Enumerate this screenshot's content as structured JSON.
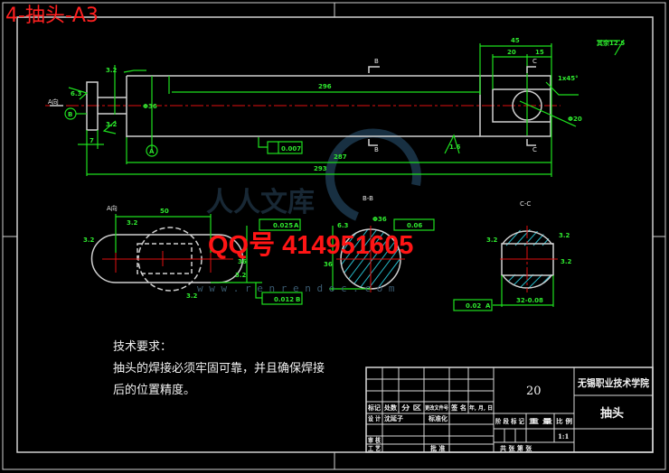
{
  "header": {
    "title": "4-抽头-A3"
  },
  "watermark": {
    "qq": "QQ号  414951605",
    "site": "w w w . r e n r e n d o c . c o m",
    "logo": "人人文库"
  },
  "main_view": {
    "dims": {
      "d45": "45",
      "d20": "20",
      "d15": "15",
      "chamfer": "1x45°",
      "hole": "Φ20",
      "len_296": "296",
      "len_287": "287",
      "len_293": "293",
      "flange_7": "7",
      "d6_3": "6.3",
      "dia": "Φ36",
      "d3_2a": "3.2",
      "d3_2b": "3.2",
      "d1_6": "1.6"
    },
    "section_marks": {
      "b_top": "B",
      "b_bot": "B",
      "c_top": "C",
      "c_bot": "C"
    },
    "datum": {
      "a": "A",
      "b": "B"
    },
    "view_arrow": "A向",
    "tolerance": {
      "value": "0.007"
    },
    "roughness_note": "其余12.5"
  },
  "view_a": {
    "label": "A向",
    "dim_50": "50",
    "r1": "3.2",
    "r2": "3.2",
    "r3": "3.2",
    "r4": "3.2",
    "dim_36": "36",
    "tolerance": {
      "value": "0.025",
      "datum": "A"
    },
    "tolerance2": {
      "value": "0.012",
      "datum": "B"
    }
  },
  "view_bb": {
    "label": "B-B",
    "dim": "36",
    "r": "6.3",
    "fit": "Φ36",
    "tolerance": {
      "value": "0.06"
    }
  },
  "view_cc": {
    "label": "C-C",
    "r1": "3.2",
    "r2": "3.2",
    "r3": "3.2",
    "width": "32-0.08",
    "tolerance": {
      "value": "0.02",
      "datum": "A"
    }
  },
  "tech_requirements": {
    "title": "技术要求：",
    "line1": "抽头的焊接必须牢固可靠，并且确保焊接",
    "line2": "后的位置精度。"
  },
  "title_block": {
    "school": "无锡职业技术学院",
    "part_name": "抽头",
    "material": "20",
    "scale": "1:1",
    "labels": {
      "mark": "标记",
      "count": "处数",
      "zone": "分 区",
      "doc": "更改文件号",
      "sign": "签 名",
      "date": "年, 月, 日",
      "design": "设 计",
      "designer": "沈延子",
      "standard": "标准化",
      "stage": "阶 段 标 记",
      "weight": "重 量",
      "ratio": "比 例",
      "review": "审 核",
      "process": "工 艺",
      "approve": "批 准",
      "sheets": "共   张  第   张"
    }
  }
}
